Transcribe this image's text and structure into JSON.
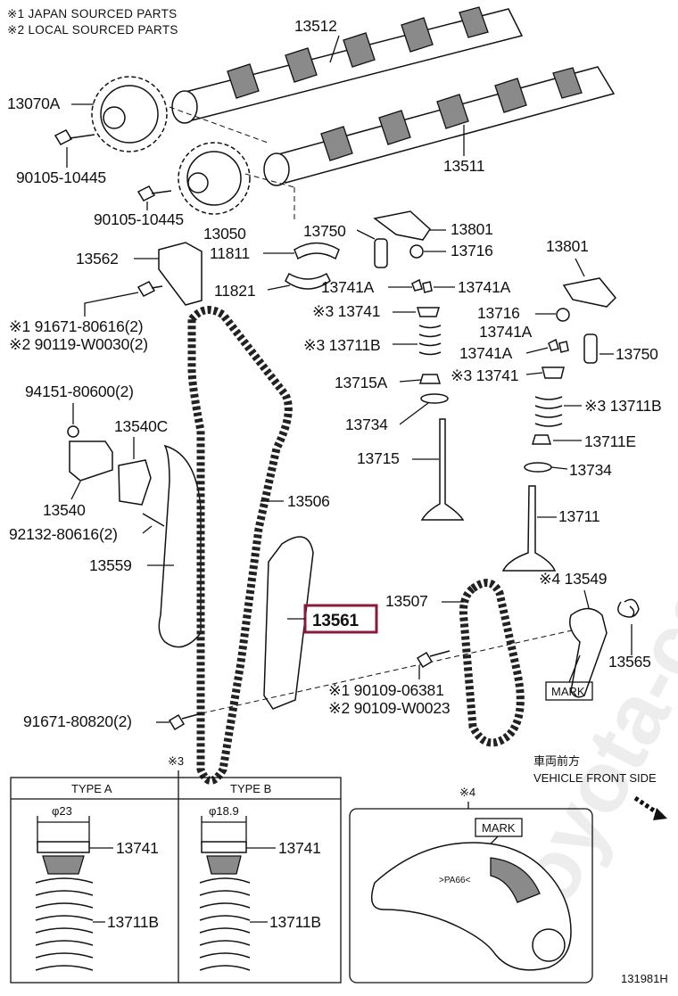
{
  "notes": {
    "japan": "※1 JAPAN SOURCED PARTS",
    "local": "※2 LOCAL SOURCED PARTS"
  },
  "watermark": "toyota-camry.ru",
  "highlight_color": "#8b1a3a",
  "parts": {
    "p13512": "13512",
    "p13511": "13511",
    "p13070A": "13070A",
    "p13050": "13050",
    "p90105a": "90105-10445",
    "p90105b": "90105-10445",
    "p13562": "13562",
    "p11811": "11811",
    "p11821": "11821",
    "p13750a": "13750",
    "p13801a": "13801",
    "p13716a": "13716",
    "p13741Aa": "13741A",
    "p13741Ab": "13741A",
    "p13741a": "※3 13741",
    "p13711Ba": "※3 13711B",
    "p13715A": "13715A",
    "p13734a": "13734",
    "p13715": "13715",
    "p13801b": "13801",
    "p13716b": "13716",
    "p13741Ac": "13741A",
    "p13741Ad": "13741A",
    "p13750b": "13750",
    "p13741b": "※3 13741",
    "p13711Bb": "※3 13711B",
    "p13711E": "13711E",
    "p13734b": "13734",
    "p13711": "13711",
    "p91671a1": "※1 91671-80616(2)",
    "p91671a2": "※2 90119-W0030(2)",
    "p94151": "94151-80600(2)",
    "p13540C": "13540C",
    "p13540": "13540",
    "p92132": "92132-80616(2)",
    "p13506": "13506",
    "p13559": "13559",
    "p13561": "13561",
    "p13507": "13507",
    "p13549": "※4 13549",
    "p13565": "13565",
    "mark": "MARK",
    "p90109a": "※1 90109-06381",
    "p90109b": "※2 90109-W0023",
    "p91671b": "91671-80820(2)"
  },
  "direction": {
    "jp": "車両前方",
    "en": "VEHICLE FRONT SIDE"
  },
  "inset3": {
    "ref": "※3",
    "typeA": "TYPE A",
    "typeB": "TYPE B",
    "diaA": "φ23",
    "diaB": "φ18.9",
    "a13741": "13741",
    "a13711B": "13711B",
    "b13741": "13741",
    "b13711B": "13711B"
  },
  "inset4": {
    "ref": "※4",
    "mark": "MARK",
    "stamp": ">PA66<"
  },
  "figure_id": "131981H"
}
